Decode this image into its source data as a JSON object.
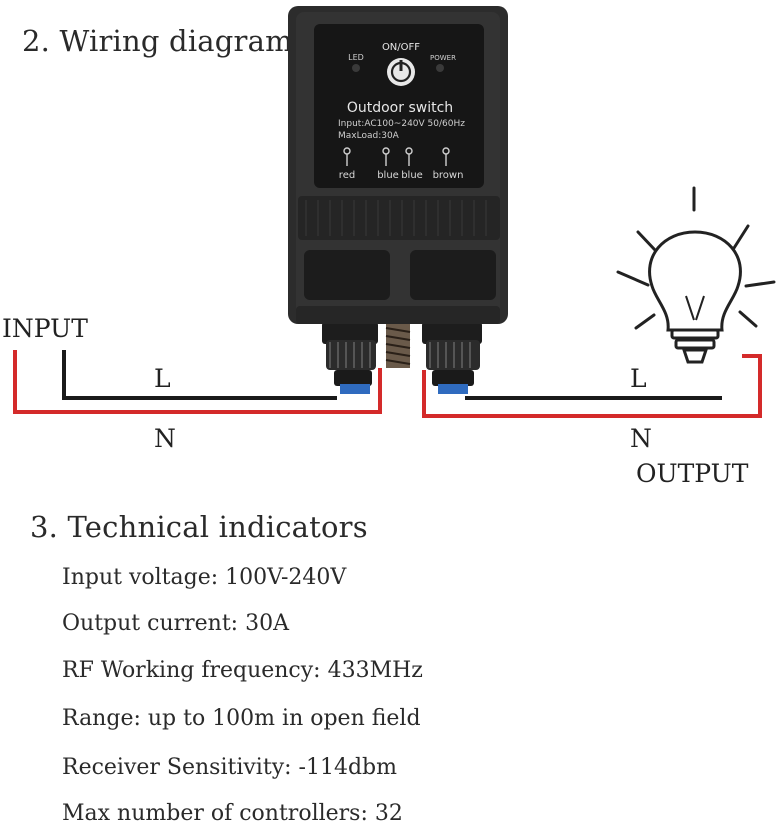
{
  "section2": {
    "title": "2. Wiring diagram"
  },
  "device": {
    "led_label": "LED",
    "onoff_label": "ON/OFF",
    "power_label": "POWER",
    "name": "Outdoor switch",
    "input_spec": "Input:AC100~240V 50/60Hz",
    "max_load": "MaxLoad:30A",
    "terminals": [
      "red",
      "blue",
      "blue",
      "brown"
    ]
  },
  "wiring": {
    "input_label": "INPUT",
    "output_label": "OUTPUT",
    "input_L": "L",
    "input_N": "N",
    "output_L": "L",
    "output_N": "N",
    "colors": {
      "live": "#1a1a1a",
      "neutral": "#d42a2a",
      "housing": "#2c2c2c"
    }
  },
  "section3": {
    "title": "3. Technical indicators",
    "items": [
      "Input voltage: 100V-240V",
      "Output current: 30A",
      "RF Working frequency: 433MHz",
      "Range: up to 100m in open field",
      "Receiver Sensitivity: -114dbm",
      "Max number of controllers: 32"
    ]
  }
}
